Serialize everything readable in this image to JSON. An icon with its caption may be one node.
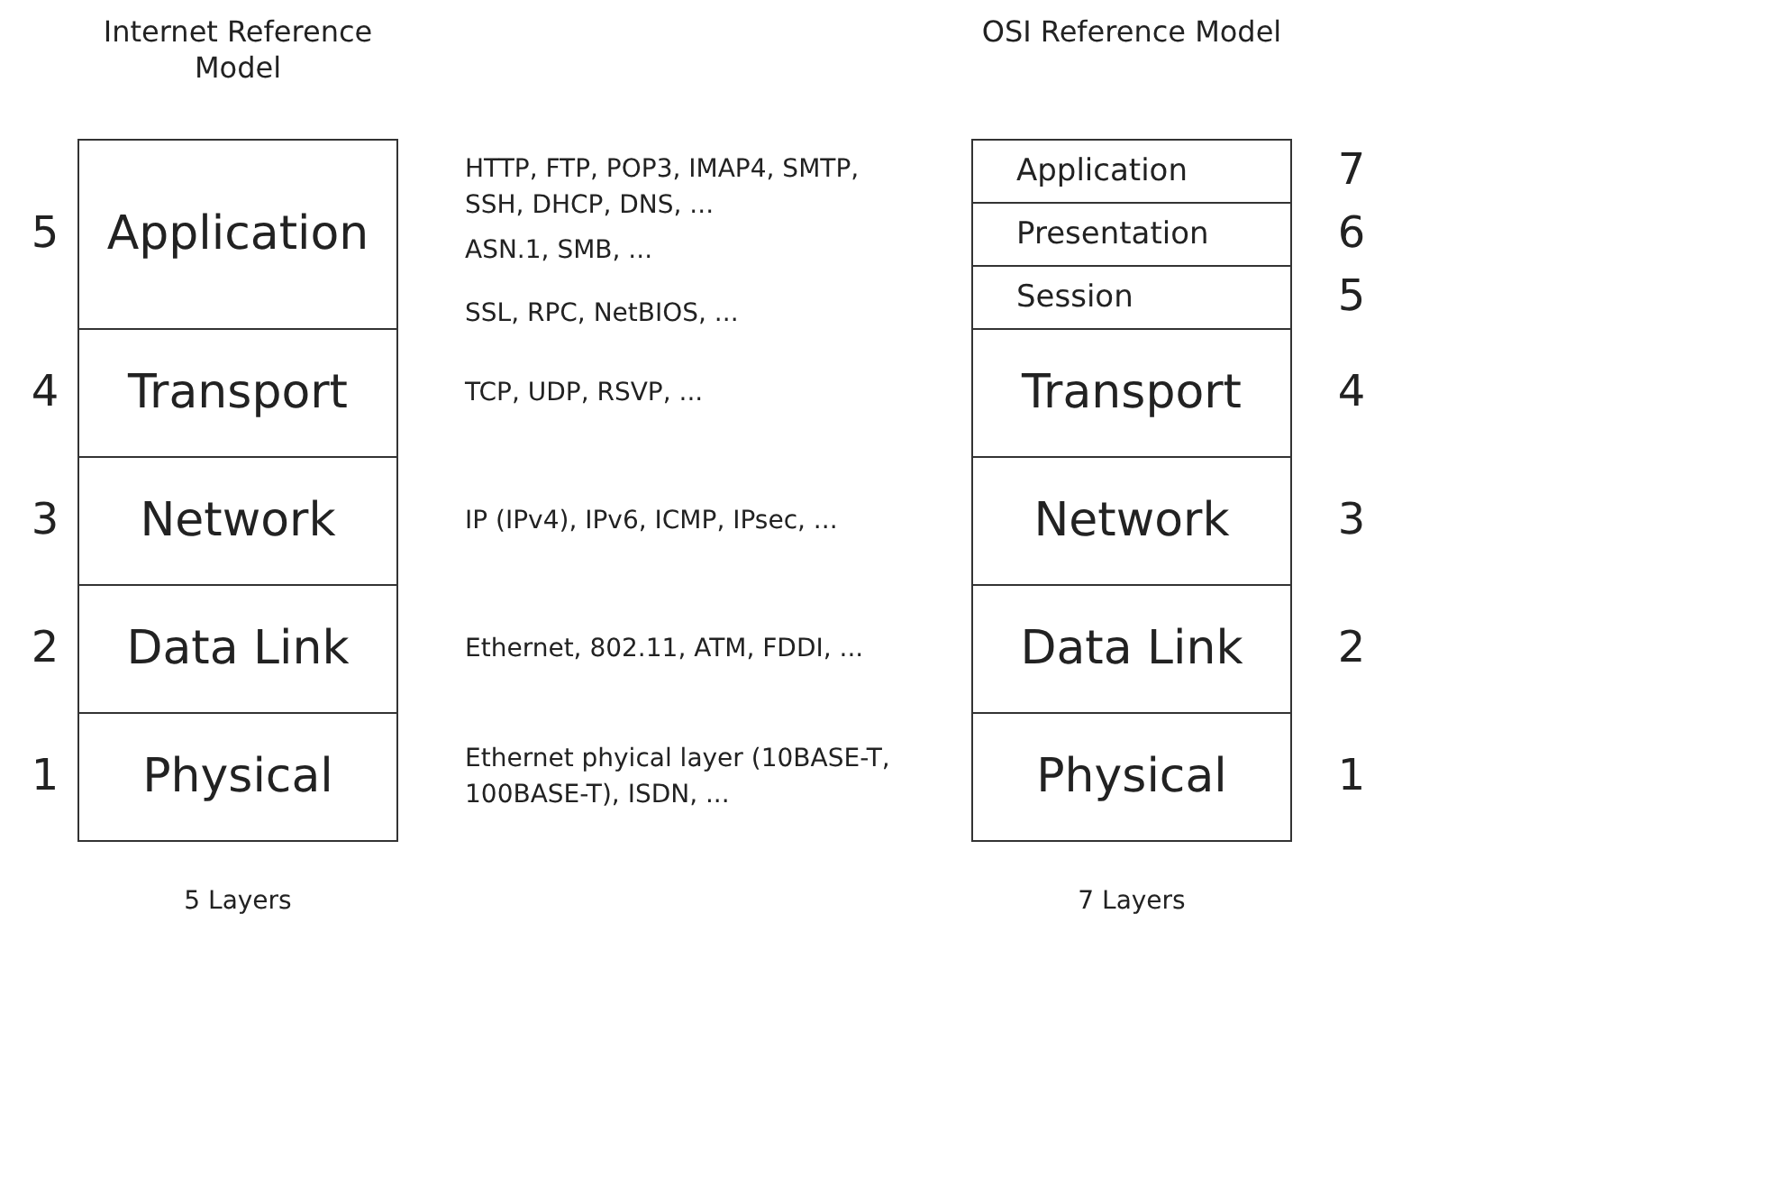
{
  "diagram": {
    "nodes": [
      {
        "text": [
          "Application"
        ],
        "beside": [
          "5"
        ]
      },
      {
        "text": [
          "Transport"
        ],
        "beside": [
          "4"
        ]
      },
      {
        "text": [
          "Network"
        ],
        "beside": [
          "3"
        ]
      },
      {
        "text": [
          "Data Link"
        ],
        "beside": [
          "2"
        ]
      },
      {
        "text": [
          "Physical"
        ],
        "beside": [
          "1"
        ]
      },
      {
        "text": [
          "Application"
        ],
        "beside": [
          "7"
        ]
      },
      {
        "text": [
          "Presentation"
        ],
        "beside": [
          "6"
        ]
      },
      {
        "text": [
          "Session"
        ],
        "beside": [
          "5"
        ]
      },
      {
        "text": [
          "Transport"
        ],
        "beside": [
          "4"
        ]
      },
      {
        "text": [
          "Network"
        ],
        "beside": [
          "3"
        ]
      },
      {
        "text": [
          "Data Link"
        ],
        "beside": [
          "2"
        ]
      },
      {
        "text": [
          "Physical"
        ],
        "beside": [
          "1"
        ]
      }
    ],
    "labels": [
      "Internet Reference Model",
      "OSI Reference Model",
      "HTTP, FTP, POP3, IMAP4, SMTP, SSH, DHCP, DNS, ...",
      "ASN.1, SMB, ...",
      "SSL, RPC, NetBIOS, ...",
      "TCP, UDP, RSVP, ...",
      "IP (IPv4), IPv6, ICMP, IPsec, ...",
      "Ethernet, 802.11, ATM, FDDI, ...",
      "Ethernet phyical layer (10BASE-T, 100BASE-T), ISDN, ...",
      "5 Layers",
      "7 Layers"
    ]
  }
}
